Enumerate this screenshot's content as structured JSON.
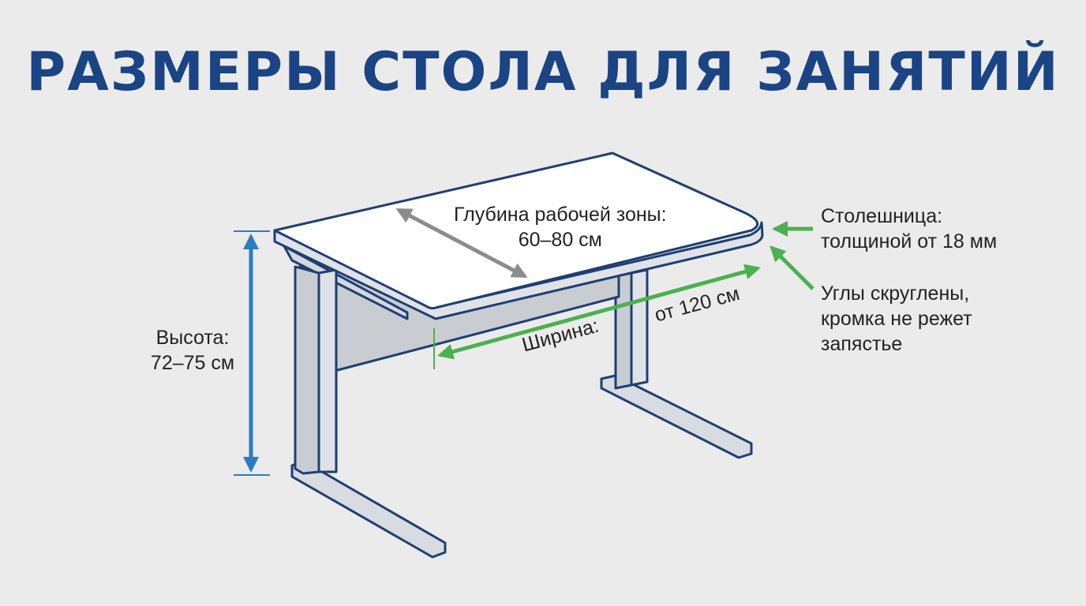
{
  "title": "РАЗМЕРЫ СТОЛА ДЛЯ ЗАНЯТИЙ",
  "labels": {
    "depth_line1": "Глубина рабочей зоны:",
    "depth_line2": "60–80 см",
    "height_line1": "Высота:",
    "height_line2": "72–75 см",
    "width_name": "Ширина:",
    "width_value": "от 120 см",
    "top_line1": "Столешница:",
    "top_line2": "толщиной от 18 мм",
    "corners_line1": "Углы скруглены,",
    "corners_line2": "кромка не режет",
    "corners_line3": "запястье"
  },
  "colors": {
    "title": "#1b4484",
    "outline": "#1e3f73",
    "height_arrow": "#2a7dc2",
    "width_arrow": "#4cb050",
    "depth_arrow": "#8c8c8c",
    "tabletop": "#ffffff",
    "frame": "#c9cdd3"
  }
}
